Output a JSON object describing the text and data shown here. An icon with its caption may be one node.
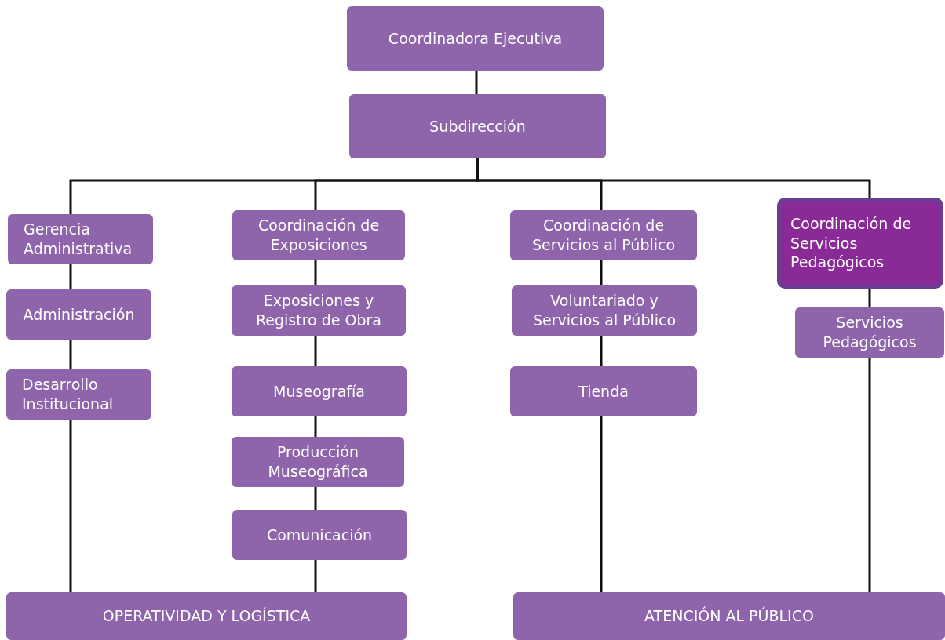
{
  "diagram": {
    "nodes": [
      {
        "text": [
          "Coordinadora Ejecutiva"
        ]
      },
      {
        "text": [
          "Subdirección"
        ]
      },
      {
        "text": [
          "Gerencia Administrativa"
        ]
      },
      {
        "text": [
          "Administración"
        ]
      },
      {
        "text": [
          "Desarrollo Institucional"
        ]
      },
      {
        "text": [
          "Coordinación de Exposiciones"
        ]
      },
      {
        "text": [
          "Exposiciones y Registro de Obra"
        ]
      },
      {
        "text": [
          "Museografía"
        ]
      },
      {
        "text": [
          "Producción Museográfica"
        ]
      },
      {
        "text": [
          "Comunicación"
        ]
      },
      {
        "text": [
          "Coordinación de Servicios al Público"
        ]
      },
      {
        "text": [
          "Voluntariado y Servicios al Público"
        ]
      },
      {
        "text": [
          "Tienda"
        ]
      },
      {
        "text": [
          "Coordinación de Servicios Pedagógicos"
        ]
      },
      {
        "text": [
          "Servicios Pedagógicos"
        ]
      },
      {
        "text": [
          "OPERATIVIDAD Y LOGÍSTICA"
        ]
      },
      {
        "text": [
          "ATENCIÓN AL PÚBLICO"
        ]
      }
    ],
    "edges": [
      {
        "from": 0,
        "to": 1,
        "arrow": "none"
      },
      {
        "from": 1,
        "to": 2,
        "arrow": "none"
      },
      {
        "from": 1,
        "to": 5,
        "arrow": "none"
      },
      {
        "from": 1,
        "to": 10,
        "arrow": "none"
      },
      {
        "from": 1,
        "to": 13,
        "arrow": "none"
      },
      {
        "from": 2,
        "to": 3,
        "arrow": "none"
      },
      {
        "from": 3,
        "to": 4,
        "arrow": "none"
      },
      {
        "from": 4,
        "to": 15,
        "arrow": "none"
      },
      {
        "from": 5,
        "to": 6,
        "arrow": "none"
      },
      {
        "from": 6,
        "to": 7,
        "arrow": "none"
      },
      {
        "from": 7,
        "to": 8,
        "arrow": "none"
      },
      {
        "from": 8,
        "to": 9,
        "arrow": "none"
      },
      {
        "from": 9,
        "to": 15,
        "arrow": "none"
      },
      {
        "from": 10,
        "to": 11,
        "arrow": "none"
      },
      {
        "from": 11,
        "to": 12,
        "arrow": "none"
      },
      {
        "from": 12,
        "to": 16,
        "arrow": "none"
      },
      {
        "from": 13,
        "to": 14,
        "arrow": "none"
      },
      {
        "from": 14,
        "to": 16,
        "arrow": "none"
      }
    ]
  }
}
